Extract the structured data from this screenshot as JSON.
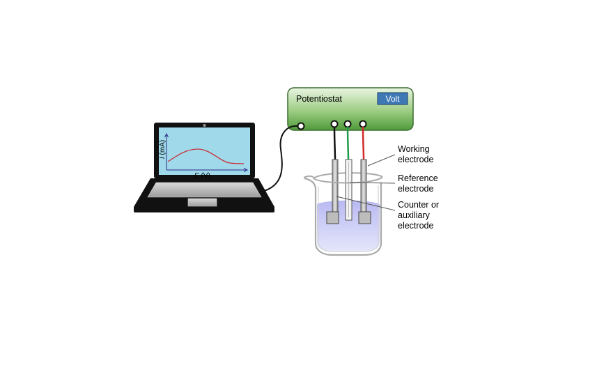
{
  "potentiostat": {
    "title": "Potentiostat",
    "volt_label": "Volt",
    "body_color": "#4f9a3a",
    "display_color": "#3e78b5"
  },
  "laptop": {
    "screen_color": "#9fd9ea",
    "y_axis_label_italic": "I",
    "y_axis_label_unit": " (mA)",
    "x_axis_label_italic": "E",
    "x_axis_label_unit": " (V)",
    "curve_color": "#c8323c"
  },
  "wires": {
    "working": "#111111",
    "reference": "#1f9a4a",
    "counter": "#d22a2a"
  },
  "labels": {
    "working_1": "Working",
    "working_2": "electrode",
    "reference_1": "Reference",
    "reference_2": "electrode",
    "counter_1": "Counter or",
    "counter_2": "auxiliary",
    "counter_3": "electrode"
  }
}
